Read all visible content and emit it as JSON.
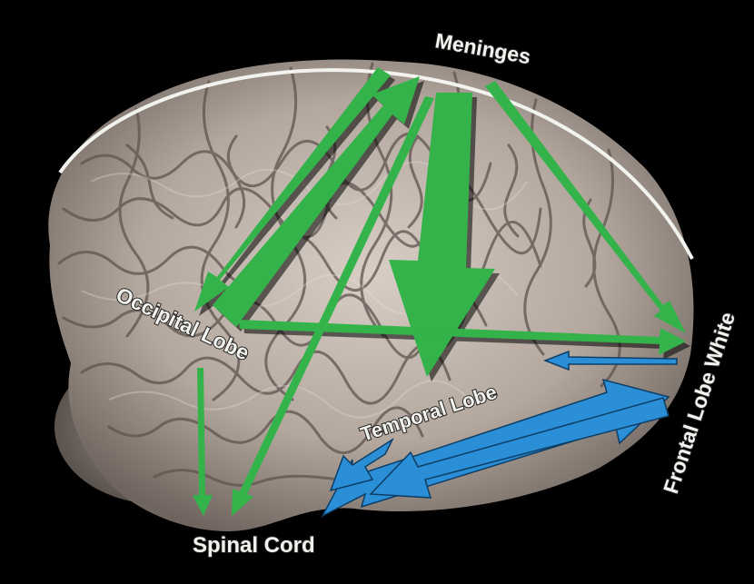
{
  "diagram": {
    "labels": {
      "meninges": "Meninges",
      "occipital": "Occipital Lobe",
      "temporal": "Temporal Lobe",
      "frontal": "Frontal Lobe White",
      "spinal": "Spinal Cord"
    },
    "colors": {
      "background": "#000000",
      "green_arrow": "#33b34a",
      "blue_arrow": "#2a8fd6",
      "brain_tissue": "#b7aca3",
      "meninges_arc": "#f2f2ee"
    },
    "icons": [
      "brain-illustration",
      "arrow"
    ]
  }
}
